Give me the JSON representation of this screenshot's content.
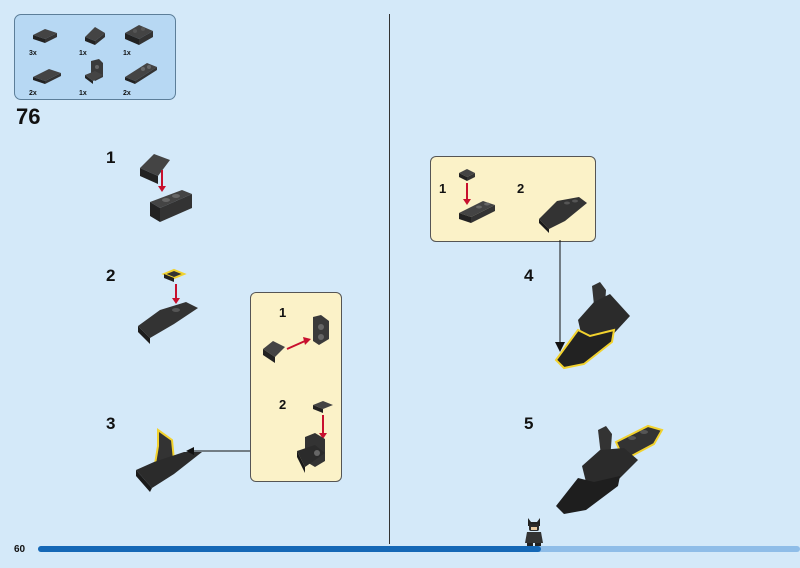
{
  "page": {
    "number": "60",
    "progress": 0.66
  },
  "step": {
    "number": "76"
  },
  "parts_list": [
    {
      "qty": "3x",
      "icon": "slope-plate-icon"
    },
    {
      "qty": "1x",
      "icon": "slope-brick-icon"
    },
    {
      "qty": "1x",
      "icon": "slope-wide-icon"
    },
    {
      "qty": "2x",
      "icon": "wedge-plate-icon"
    },
    {
      "qty": "1x",
      "icon": "bracket-icon"
    },
    {
      "qty": "2x",
      "icon": "wedge-long-icon"
    }
  ],
  "substeps": {
    "s1": "1",
    "s2": "2",
    "s3": "3",
    "s4": "4",
    "s5": "5",
    "callout_a_1": "1",
    "callout_a_2": "2",
    "callout_b_1": "1",
    "callout_b_2": "2"
  },
  "colors": {
    "background": "#d4e9f9",
    "part_black": "#2b2b2b",
    "highlight_yellow": "#f2d22e",
    "arrow_red": "#c8102e",
    "callout_bg": "#fbf2c8",
    "progress": "#1568b6"
  }
}
